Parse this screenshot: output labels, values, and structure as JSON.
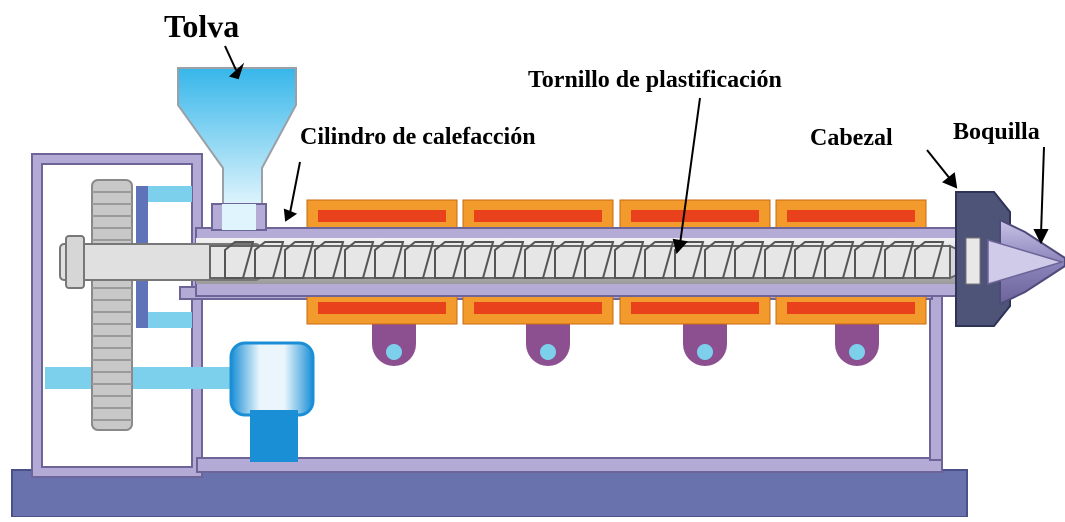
{
  "labels": {
    "hopper": "Tolva",
    "screw": "Tornillo de plastificación",
    "heating_cylinder": "Cilindro de calefacción",
    "head": "Cabezal",
    "nozzle": "Boquilla"
  },
  "colors": {
    "frame": "#a99fc9",
    "frame_edge": "#6d6597",
    "base": "#6a72ad",
    "heater_outer": "#f39a2c",
    "heater_inner": "#e8411b",
    "bracket": "#8c4f90",
    "screw": "#d8d8d8",
    "hopper": "#9fdcf2",
    "motor": "#1a8fd6",
    "shaft": "#7dd0ec",
    "head": "#4e5378"
  }
}
